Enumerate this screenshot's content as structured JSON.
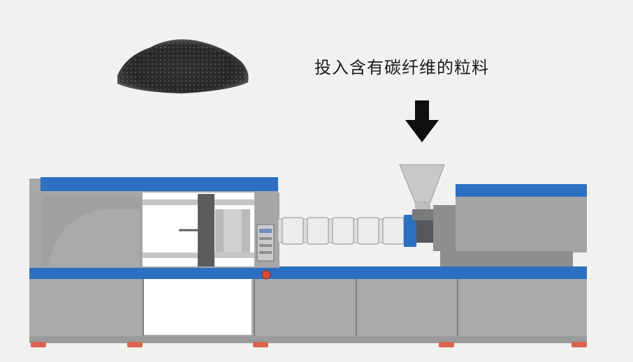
{
  "caption": "投入含有碳纤维的粒料",
  "colors": {
    "background": "#f1f1f0",
    "machine_gray": "#a6a7a9",
    "machine_gray_dark": "#8d8e90",
    "accent_blue": "#2d6fc0",
    "hopper": "#c9c9c9",
    "foot_red": "#d9644e",
    "pellets": "#2c2c2c"
  },
  "icons": {
    "arrow": "down-arrow-icon",
    "pellets": "carbon-fiber-pellet-pile",
    "button": "red-control-button"
  }
}
